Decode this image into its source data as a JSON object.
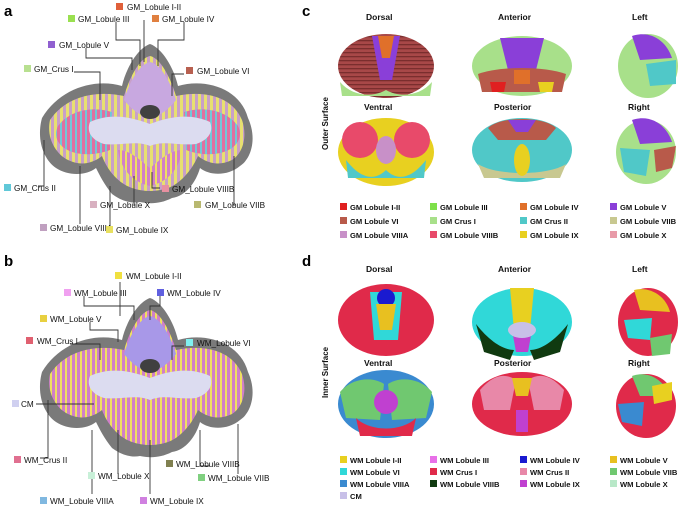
{
  "panels": {
    "a": "a",
    "b": "b",
    "c": "c",
    "d": "d"
  },
  "panel_a_labels": {
    "lob12": "GM_Lobule I-II",
    "lob3": "GM_Lobule III",
    "lob4": "GM_Lobule IV",
    "lob5": "GM_Lobule V",
    "crus1": "GM_Crus I",
    "lob6": "GM_Lobule VI",
    "crus2": "GM_Crus II",
    "lob8b": "GM_Lobule VIIIB",
    "lob10": "GM_Lobule X",
    "lob7b": "GM_Lobule VIIB",
    "lob8a": "GM_Lobule VIIIA",
    "lob9": "GM_Lobule IX"
  },
  "panel_b_labels": {
    "lob12": "WM_Lobule I-II",
    "lob3": "WM_Lobule III",
    "lob4": "WM_Lobule IV",
    "lob5": "WM_Lobule V",
    "crus1": "WM_Crus I",
    "lob6": "WM_Lobule VI",
    "cm": "CM",
    "crus2": "WM_Crus II",
    "lob10": "WM_Lobule X",
    "lob8b": "WM_Lobule VIIIB",
    "lob7b": "WM_Lobule VIIB",
    "lob8a": "WM_Lobule VIIIA",
    "lob9": "WM_Lobule IX"
  },
  "panel_c": {
    "side_title": "Outer Surface",
    "views": [
      "Dorsal",
      "Anterior",
      "Left",
      "Ventral",
      "Posterior",
      "Right"
    ],
    "legend": [
      {
        "label": "GM Lobule I-II",
        "color": "#e02020"
      },
      {
        "label": "GM Lobule III",
        "color": "#7ee04a"
      },
      {
        "label": "GM Lobule IV",
        "color": "#e0702a"
      },
      {
        "label": "GM Lobule V",
        "color": "#8a3fd8"
      },
      {
        "label": "GM Lobule VI",
        "color": "#b85a4a"
      },
      {
        "label": "GM Crus I",
        "color": "#a8e08a"
      },
      {
        "label": "GM Crus II",
        "color": "#50c8c8"
      },
      {
        "label": "GM Lobule VIIB",
        "color": "#c8c890"
      },
      {
        "label": "GM Lobule VIIIA",
        "color": "#c890c8"
      },
      {
        "label": "GM Lobule VIIIB",
        "color": "#e84a6a"
      },
      {
        "label": "GM Lobule IX",
        "color": "#e8d020"
      },
      {
        "label": "GM Lobule X",
        "color": "#e89aa8"
      }
    ]
  },
  "panel_d": {
    "side_title": "Inner Surface",
    "views": [
      "Dorsal",
      "Anterior",
      "Left",
      "Ventral",
      "Posterior",
      "Right"
    ],
    "legend": [
      {
        "label": "WM Lobule I-II",
        "color": "#e8d020"
      },
      {
        "label": "WM Lobule III",
        "color": "#e870e8"
      },
      {
        "label": "WM Lobule IV",
        "color": "#1a1ad0"
      },
      {
        "label": "WM Lobule V",
        "color": "#e8c020"
      },
      {
        "label": "WM Lobule VI",
        "color": "#30d8d8"
      },
      {
        "label": "WM Crus I",
        "color": "#e02a4a"
      },
      {
        "label": "WM Crus II",
        "color": "#e888a8"
      },
      {
        "label": "WM Lobule VIIB",
        "color": "#70c870"
      },
      {
        "label": "WM Lobule VIIIA",
        "color": "#3a8ad0"
      },
      {
        "label": "WM Lobule VIIIB",
        "color": "#103a10"
      },
      {
        "label": "WM Lobule IX",
        "color": "#c040d0"
      },
      {
        "label": "WM Lobule X",
        "color": "#b8e8c8"
      },
      {
        "label": "CM",
        "color": "#c8c0e8"
      }
    ]
  },
  "swatch_colors": {
    "gm_lob12": "#e0603a",
    "gm_lob3": "#9ae050",
    "gm_lob4": "#e08040",
    "gm_lob5": "#9060d0",
    "gm_crus1": "#b8e090",
    "gm_lob6": "#b86050",
    "gm_crus2": "#60c8d8",
    "gm_lob8b": "#e890a0",
    "gm_lob10": "#d8b0c0",
    "gm_lob7b": "#b8b870",
    "gm_lob8a": "#c0a0c0",
    "gm_lob9": "#e8e060",
    "wm_lob12": "#f0e040",
    "wm_lob3": "#f0a0f0",
    "wm_lob4": "#6060e0",
    "wm_lob5": "#e8d040",
    "wm_crus1": "#e06070",
    "wm_lob6": "#80f0f0",
    "wm_cm": "#d0d0f0",
    "wm_crus2": "#e07090",
    "wm_lob10": "#c8f0d8",
    "wm_lob8b": "#808050",
    "wm_lob7b": "#80d080",
    "wm_lob8a": "#80b8e0",
    "wm_lob9": "#d080e0"
  }
}
